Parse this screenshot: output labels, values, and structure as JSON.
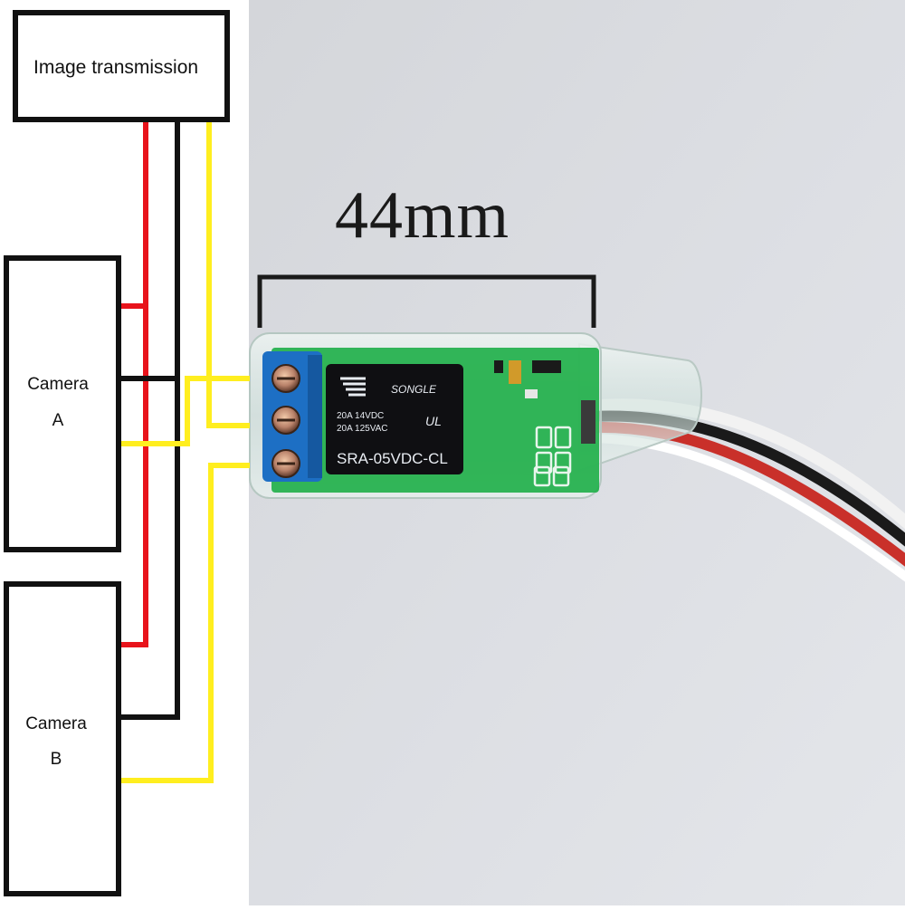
{
  "boxes": {
    "image_transmission": "Image transmission",
    "camera_a_line1": "Camera",
    "camera_a_line2": "A",
    "camera_b_line1": "Camera",
    "camera_b_line2": "B"
  },
  "dimension": {
    "label": "44mm"
  },
  "relay": {
    "brand": "SONGLE",
    "rating1": "20A 14VDC",
    "rating2": "20A 125VAC",
    "model": "SRA-05VDC-CL",
    "cert": "UL"
  },
  "colors": {
    "wire_red": "#e8131b",
    "wire_black": "#111111",
    "wire_yellow": "#ffee1f",
    "terminal_blue": "#1d6fc4",
    "pcb_green": "#22b04b",
    "photo_bg": "#d9dbe0"
  }
}
